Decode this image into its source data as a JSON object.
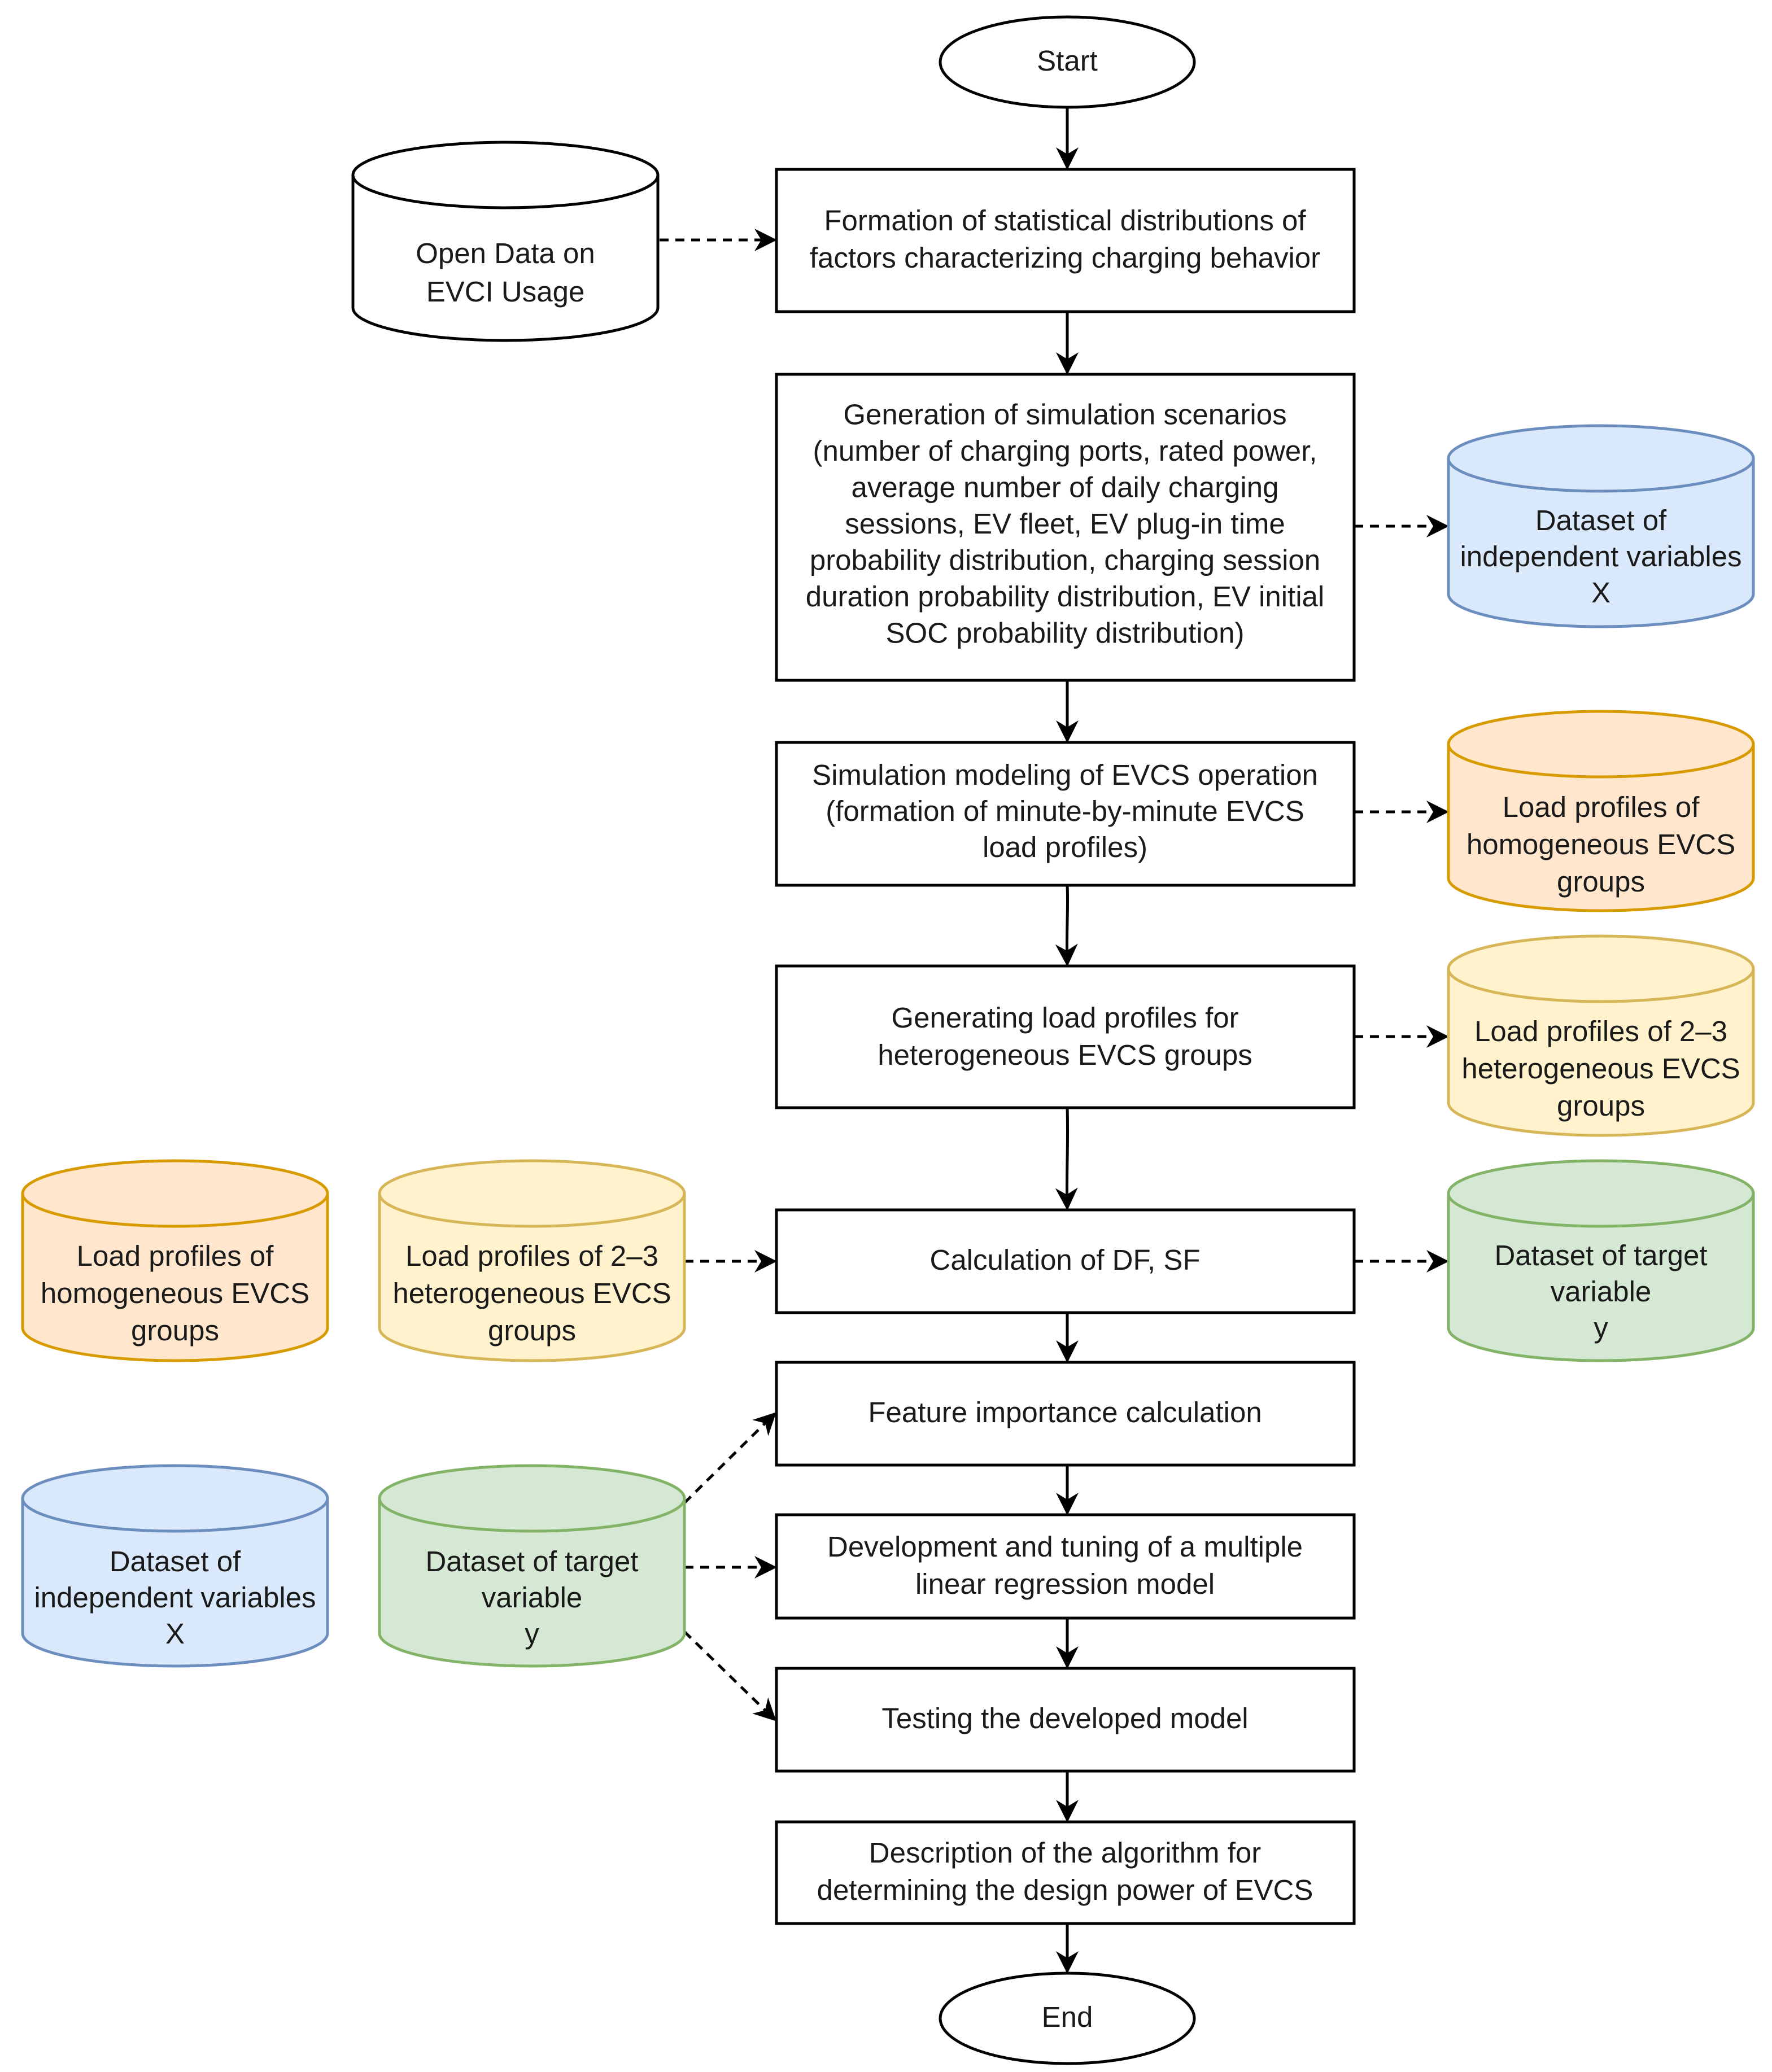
{
  "nodes": {
    "start": {
      "lines": [
        "Start"
      ]
    },
    "step1": {
      "lines": [
        "Formation of statistical distributions of",
        "factors characterizing charging behavior"
      ]
    },
    "step2": {
      "lines": [
        "Generation of simulation scenarios",
        "(number of charging ports, rated power,",
        "average number of daily charging",
        "sessions, EV fleet, EV plug-in time",
        "probability distribution, charging session",
        "duration probability distribution, EV initial",
        "SOC probability distribution)"
      ]
    },
    "step3": {
      "lines": [
        "Simulation modeling of EVCS operation",
        "(formation of minute-by-minute EVCS",
        "load profiles)"
      ]
    },
    "step4": {
      "lines": [
        "Generating load profiles for",
        "heterogeneous EVCS groups"
      ]
    },
    "step5": {
      "lines": [
        "Calculation of DF, SF"
      ]
    },
    "step6": {
      "lines": [
        "Feature importance calculation"
      ]
    },
    "step7": {
      "lines": [
        "Development and tuning of a multiple",
        "linear regression model"
      ]
    },
    "step8": {
      "lines": [
        "Testing the developed model"
      ]
    },
    "step9": {
      "lines": [
        "Description of the algorithm for",
        "determining the design power of EVCS"
      ]
    },
    "end": {
      "lines": [
        "End"
      ]
    }
  },
  "datastores": {
    "open_data": {
      "lines": [
        "Open Data on",
        "EVCI Usage"
      ]
    },
    "x_right": {
      "lines": [
        "Dataset of",
        "independent variables",
        "X"
      ]
    },
    "homog_right": {
      "lines": [
        "Load profiles of",
        "homogeneous EVCS",
        "groups"
      ]
    },
    "hetero_right": {
      "lines": [
        "Load profiles of 2–3",
        "heterogeneous EVCS",
        "groups"
      ]
    },
    "homog_left": {
      "lines": [
        "Load profiles of",
        "homogeneous EVCS",
        "groups"
      ]
    },
    "hetero_left": {
      "lines": [
        "Load profiles of 2–3",
        "heterogeneous EVCS",
        "groups"
      ]
    },
    "y_right": {
      "lines": [
        "Dataset of target",
        "variable",
        "y"
      ]
    },
    "x_left": {
      "lines": [
        "Dataset of",
        "independent variables",
        "X"
      ]
    },
    "y_left": {
      "lines": [
        "Dataset of target",
        "variable",
        "y"
      ]
    }
  },
  "colors": {
    "stroke": "#000000",
    "white_fill": "#ffffff",
    "blue_fill": "#dae8fc",
    "blue_stroke": "#6c8ebf",
    "orange_fill": "#ffe6cc",
    "orange_stroke": "#d79b00",
    "yellow_fill": "#fff2cc",
    "yellow_stroke": "#d6b656",
    "green_fill": "#d5e8d4",
    "green_stroke": "#82b366"
  }
}
